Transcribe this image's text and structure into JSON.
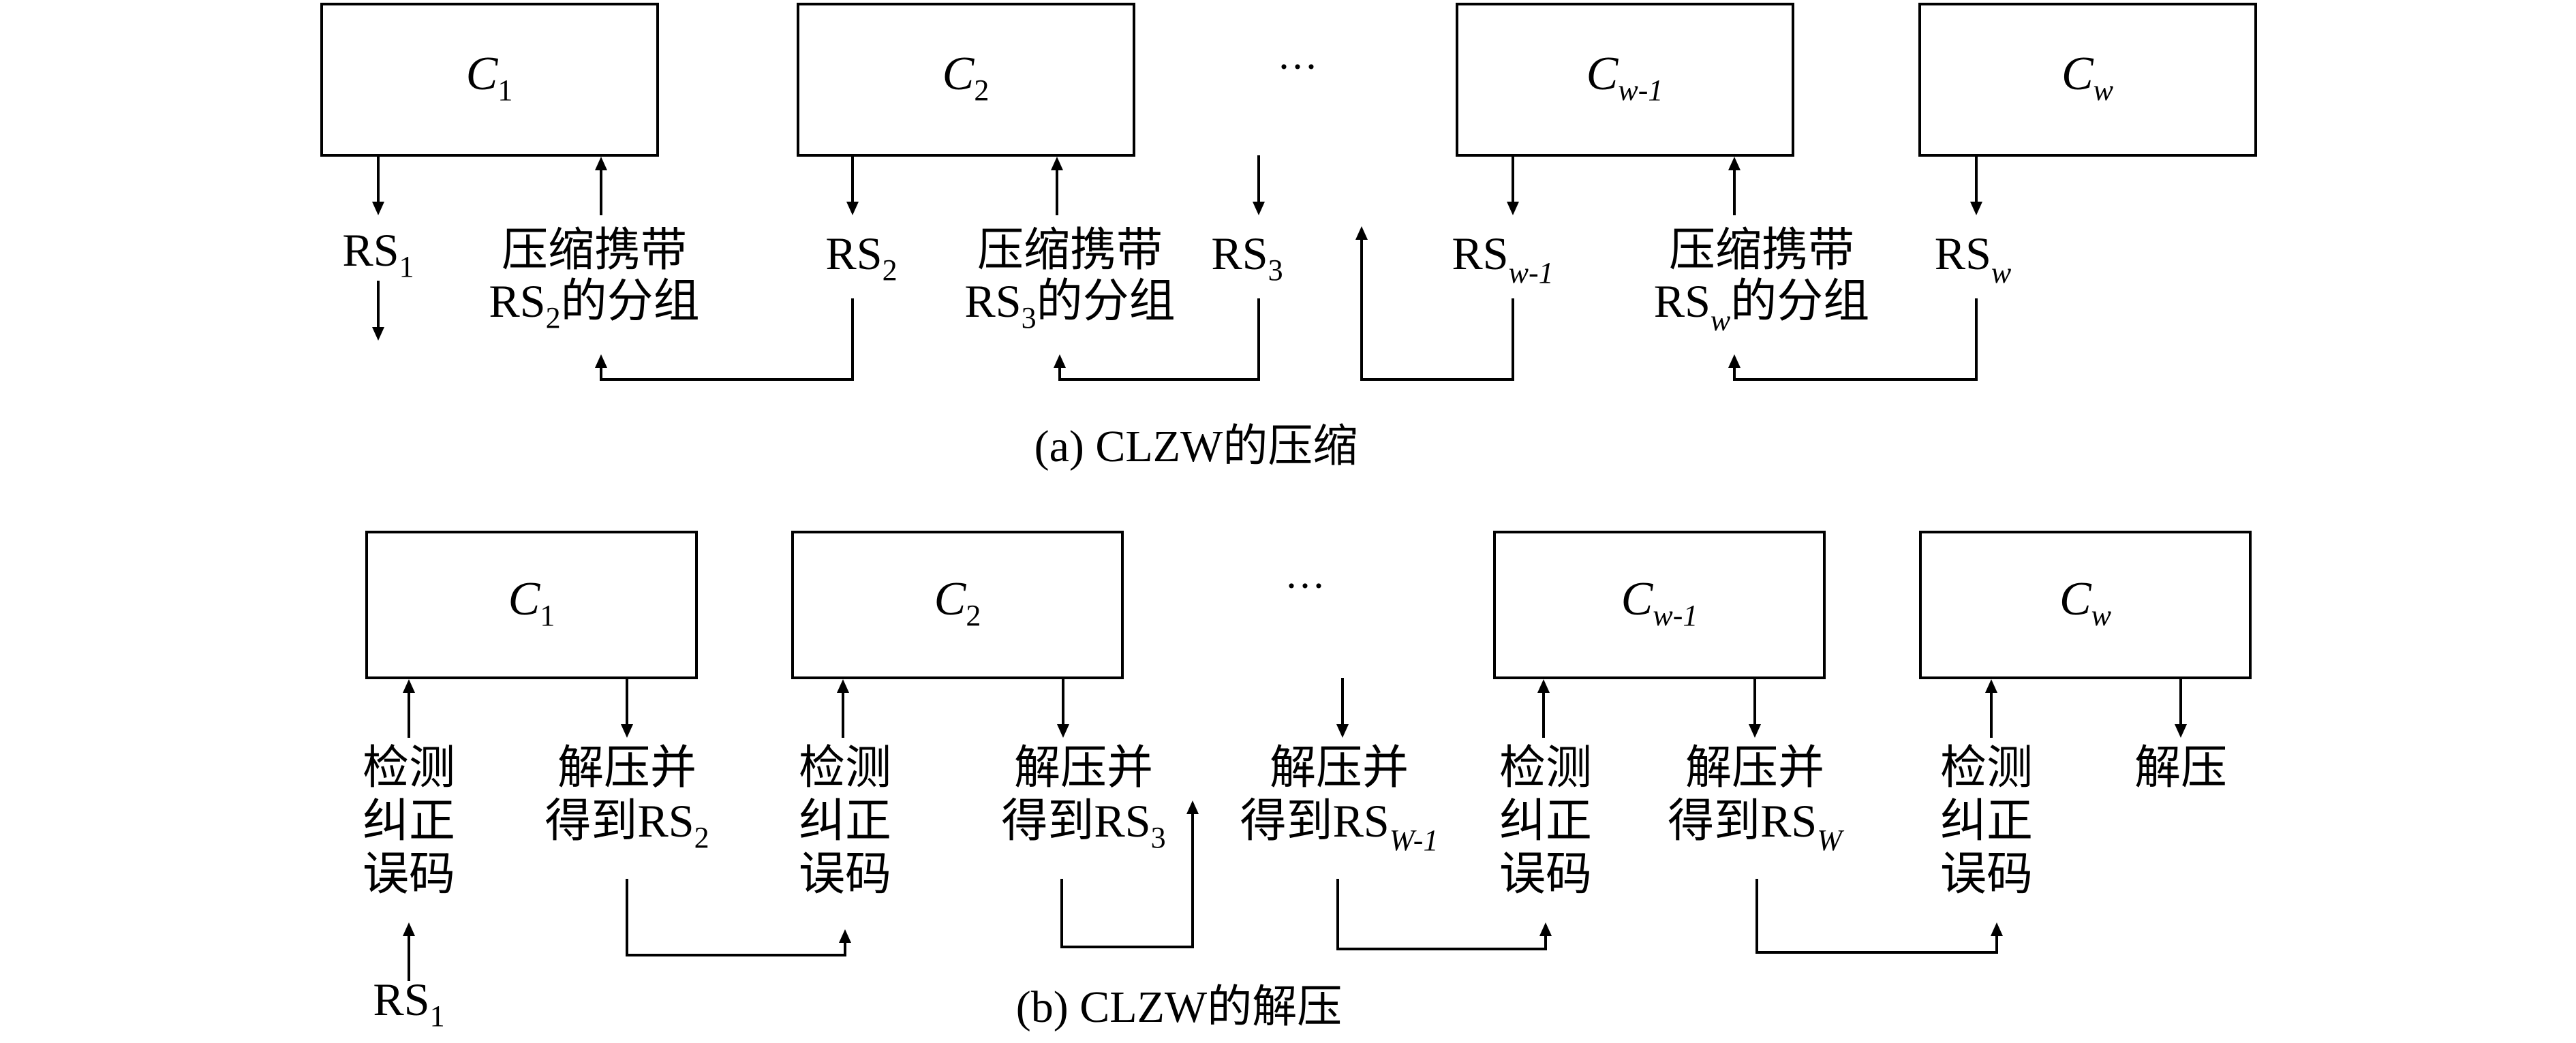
{
  "figure_a": {
    "caption": "(a) CLZW的压缩",
    "ellipsis": "···",
    "boxes": [
      {
        "var": "C",
        "sub": "1"
      },
      {
        "var": "C",
        "sub": "2"
      },
      {
        "var": "C",
        "sub": "w-1"
      },
      {
        "var": "C",
        "sub": "w"
      }
    ],
    "rs_labels": [
      {
        "base": "RS",
        "sub": "1"
      },
      {
        "base": "RS",
        "sub": "2"
      },
      {
        "base": "RS",
        "sub": "3"
      },
      {
        "base": "RS",
        "sub": "w-1"
      },
      {
        "base": "RS",
        "sub": "w"
      }
    ],
    "carry_labels": [
      {
        "line1": "压缩携带",
        "base": "RS",
        "sub": "2",
        "tail": "的分组"
      },
      {
        "line1": "压缩携带",
        "base": "RS",
        "sub": "3",
        "tail": "的分组"
      },
      {
        "line1": "压缩携带",
        "base": "RS",
        "sub": "w",
        "tail": "的分组"
      }
    ]
  },
  "figure_b": {
    "caption": "(b) CLZW的解压",
    "ellipsis": "···",
    "boxes": [
      {
        "var": "C",
        "sub": "1"
      },
      {
        "var": "C",
        "sub": "2"
      },
      {
        "var": "C",
        "sub": "w-1"
      },
      {
        "var": "C",
        "sub": "w"
      }
    ],
    "detect_label": [
      "检测",
      "纠正",
      "误码"
    ],
    "decompress_labels": [
      {
        "line1": "解压并",
        "prefix": "得到",
        "base": "RS",
        "sub": "2"
      },
      {
        "line1": "解压并",
        "prefix": "得到",
        "base": "RS",
        "sub": "3"
      },
      {
        "line1": "解压并",
        "prefix": "得到",
        "base": "RS",
        "sub": "W-1"
      },
      {
        "line1": "解压并",
        "prefix": "得到",
        "base": "RS",
        "sub": "W"
      }
    ],
    "final_label": "解压",
    "rs_input": {
      "base": "RS",
      "sub": "1"
    }
  }
}
